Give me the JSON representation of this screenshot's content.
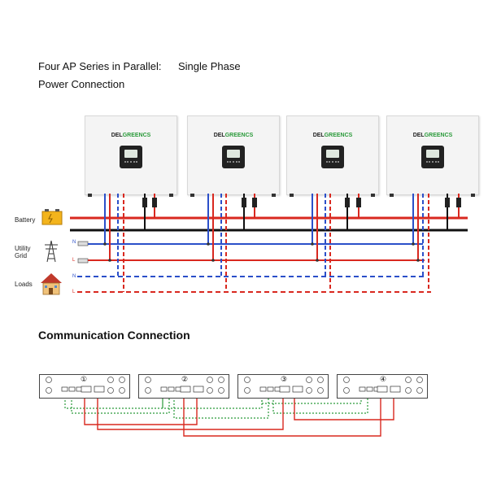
{
  "header": {
    "line1_left": "Four AP Series in Parallel:",
    "line1_right": "Single Phase",
    "line2": "Power Connection"
  },
  "labels": {
    "battery": "Battery",
    "utility_grid_1": "Utility",
    "utility_grid_2": "Grid",
    "loads": "Loads",
    "n_grid": "N",
    "l_grid": "L",
    "n_load": "N",
    "l_load": "L"
  },
  "inverters": [
    {
      "brand_a": "DEL",
      "brand_b": "GREENCS"
    },
    {
      "brand_a": "DEL",
      "brand_b": "GREENCS"
    },
    {
      "brand_a": "DEL",
      "brand_b": "GREENCS"
    },
    {
      "brand_a": "DEL",
      "brand_b": "GREENCS"
    }
  ],
  "comm": {
    "title": "Communication Connection",
    "cards": [
      {
        "number": "①"
      },
      {
        "number": "②"
      },
      {
        "number": "③"
      },
      {
        "number": "④"
      }
    ]
  },
  "colors": {
    "red": "#d9281f",
    "blue": "#2b4fc9",
    "black": "#111111",
    "green_dotted": "#2a9a3a",
    "battery_yellow": "#f3b41c"
  }
}
